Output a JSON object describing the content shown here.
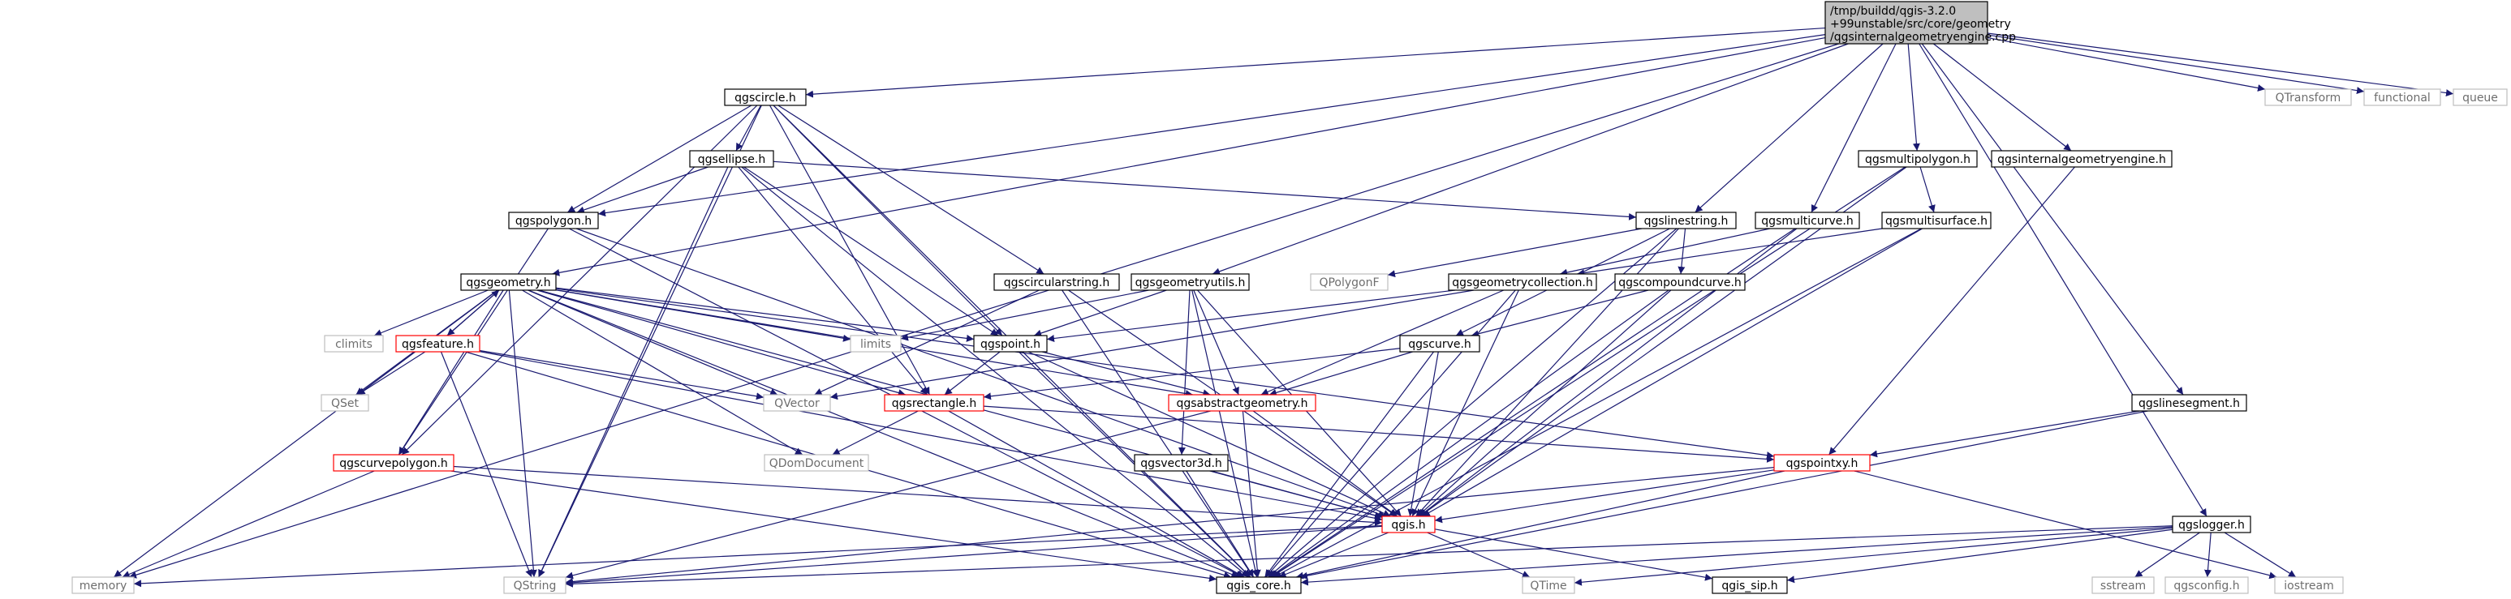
{
  "title_lines": [
    "/tmp/buildd/qgis-3.2.0",
    "+99unstable/src/core/geometry",
    "/qgsinternalgeometryengine.cpp"
  ],
  "nodes": [
    {
      "id": "root",
      "label": "/tmp/buildd/qgis-3.2.0 +99unstable/src/core/geometry /qgsinternalgeometryengine.cpp",
      "kind": "root"
    },
    {
      "id": "qgscircle",
      "label": "qgscircle.h",
      "kind": "normal"
    },
    {
      "id": "qgsellipse",
      "label": "qgsellipse.h",
      "kind": "normal"
    },
    {
      "id": "qgspolygon",
      "label": "qgspolygon.h",
      "kind": "normal"
    },
    {
      "id": "qgsgeometry",
      "label": "qgsgeometry.h",
      "kind": "normal"
    },
    {
      "id": "qgsfeature",
      "label": "qgsfeature.h",
      "kind": "red"
    },
    {
      "id": "qgscurvepolygon",
      "label": "qgscurvepolygon.h",
      "kind": "red"
    },
    {
      "id": "qgscircularstring",
      "label": "qgscircularstring.h",
      "kind": "normal"
    },
    {
      "id": "qgsgeometryutils",
      "label": "qgsgeometryutils.h",
      "kind": "normal"
    },
    {
      "id": "qgspoint",
      "label": "qgspoint.h",
      "kind": "normal"
    },
    {
      "id": "qgsrectangle",
      "label": "qgsrectangle.h",
      "kind": "red"
    },
    {
      "id": "qgsabstractgeometry",
      "label": "qgsabstractgeometry.h",
      "kind": "red"
    },
    {
      "id": "qgsvector3d",
      "label": "qgsvector3d.h",
      "kind": "normal"
    },
    {
      "id": "qgslinestring",
      "label": "qgslinestring.h",
      "kind": "normal"
    },
    {
      "id": "qgsgeometrycollection",
      "label": "qgsgeometrycollection.h",
      "kind": "normal"
    },
    {
      "id": "qgscompoundcurve",
      "label": "qgscompoundcurve.h",
      "kind": "normal"
    },
    {
      "id": "qgscurve",
      "label": "qgscurve.h",
      "kind": "normal"
    },
    {
      "id": "qgsmulticurve",
      "label": "qgsmulticurve.h",
      "kind": "normal"
    },
    {
      "id": "qgsmultipolygon",
      "label": "qgsmultipolygon.h",
      "kind": "normal"
    },
    {
      "id": "qgsmultisurface",
      "label": "qgsmultisurface.h",
      "kind": "normal"
    },
    {
      "id": "qgsinternalgeometryengine",
      "label": "qgsinternalgeometryengine.h",
      "kind": "normal"
    },
    {
      "id": "qgslinesegment",
      "label": "qgslinesegment.h",
      "kind": "normal"
    },
    {
      "id": "qgspointxy",
      "label": "qgspointxy.h",
      "kind": "red"
    },
    {
      "id": "qgis",
      "label": "qgis.h",
      "kind": "red"
    },
    {
      "id": "qgslogger",
      "label": "qgslogger.h",
      "kind": "normal"
    },
    {
      "id": "qgis_core",
      "label": "qgis_core.h",
      "kind": "normal"
    },
    {
      "id": "qgis_sip",
      "label": "qgis_sip.h",
      "kind": "normal"
    },
    {
      "id": "QTransform",
      "label": "QTransform",
      "kind": "ext"
    },
    {
      "id": "functional",
      "label": "functional",
      "kind": "ext"
    },
    {
      "id": "queue",
      "label": "queue",
      "kind": "ext"
    },
    {
      "id": "QPolygonF",
      "label": "QPolygonF",
      "kind": "ext"
    },
    {
      "id": "climits",
      "label": "climits",
      "kind": "ext"
    },
    {
      "id": "limits",
      "label": "limits",
      "kind": "ext"
    },
    {
      "id": "QSet",
      "label": "QSet",
      "kind": "ext"
    },
    {
      "id": "QVector",
      "label": "QVector",
      "kind": "ext"
    },
    {
      "id": "QDomDocument",
      "label": "QDomDocument",
      "kind": "ext"
    },
    {
      "id": "memory",
      "label": "memory",
      "kind": "ext"
    },
    {
      "id": "QString",
      "label": "QString",
      "kind": "ext"
    },
    {
      "id": "QTime",
      "label": "QTime",
      "kind": "ext"
    },
    {
      "id": "sstream",
      "label": "sstream",
      "kind": "ext"
    },
    {
      "id": "qgsconfig",
      "label": "qgsconfig.h",
      "kind": "ext"
    },
    {
      "id": "iostream",
      "label": "iostream",
      "kind": "ext"
    }
  ],
  "edges": [
    [
      "root",
      "qgscircle"
    ],
    [
      "root",
      "qgspolygon"
    ],
    [
      "root",
      "qgsgeometry"
    ],
    [
      "root",
      "qgsgeometryutils"
    ],
    [
      "root",
      "qgslinestring"
    ],
    [
      "root",
      "qgsmulticurve"
    ],
    [
      "root",
      "qgsmultipolygon"
    ],
    [
      "root",
      "qgsinternalgeometryengine"
    ],
    [
      "root",
      "qgslinesegment"
    ],
    [
      "root",
      "qgslogger"
    ],
    [
      "root",
      "QTransform"
    ],
    [
      "root",
      "functional"
    ],
    [
      "root",
      "queue"
    ],
    [
      "root",
      "memory"
    ],
    [
      "qgscircle",
      "qgsellipse"
    ],
    [
      "qgscircle",
      "qgspolygon"
    ],
    [
      "qgscircle",
      "qgscircularstring"
    ],
    [
      "qgscircle",
      "qgspoint"
    ],
    [
      "qgscircle",
      "qgsrectangle"
    ],
    [
      "qgscircle",
      "qgis_core"
    ],
    [
      "qgscircle",
      "QString"
    ],
    [
      "qgscircle",
      "qgscurvepolygon"
    ],
    [
      "qgsellipse",
      "qgspolygon"
    ],
    [
      "qgsellipse",
      "qgslinestring"
    ],
    [
      "qgsellipse",
      "qgspoint"
    ],
    [
      "qgsellipse",
      "qgsrectangle"
    ],
    [
      "qgsellipse",
      "qgis_core"
    ],
    [
      "qgsellipse",
      "QString"
    ],
    [
      "qgspolygon",
      "qgscurvepolygon"
    ],
    [
      "qgspolygon",
      "qgis"
    ],
    [
      "qgspolygon",
      "qgis_core"
    ],
    [
      "qgsgeometry",
      "qgsfeature"
    ],
    [
      "qgsgeometry",
      "climits"
    ],
    [
      "qgsgeometry",
      "limits"
    ],
    [
      "qgsgeometry",
      "QSet"
    ],
    [
      "qgsgeometry",
      "QVector"
    ],
    [
      "qgsgeometry",
      "QDomDocument"
    ],
    [
      "qgsgeometry",
      "memory"
    ],
    [
      "qgsgeometry",
      "QString"
    ],
    [
      "qgsgeometry",
      "qgspoint"
    ],
    [
      "qgsgeometry",
      "qgsabstractgeometry"
    ],
    [
      "qgsgeometry",
      "qgsrectangle"
    ],
    [
      "qgsgeometry",
      "qgspointxy"
    ],
    [
      "qgsgeometry",
      "qgis"
    ],
    [
      "qgsgeometry",
      "qgis_core"
    ],
    [
      "qgsgeometry",
      "qgscurvepolygon"
    ],
    [
      "qgsfeature",
      "qgsgeometry"
    ],
    [
      "qgsfeature",
      "QSet"
    ],
    [
      "qgsfeature",
      "QVector"
    ],
    [
      "qgsfeature",
      "QString"
    ],
    [
      "qgsfeature",
      "qgis"
    ],
    [
      "qgsfeature",
      "qgis_core"
    ],
    [
      "qgscurvepolygon",
      "memory"
    ],
    [
      "qgscurvepolygon",
      "qgis"
    ],
    [
      "qgscurvepolygon",
      "qgis_core"
    ],
    [
      "qgscircularstring",
      "QVector"
    ],
    [
      "qgscircularstring",
      "qgis"
    ],
    [
      "qgscircularstring",
      "qgis_core"
    ],
    [
      "qgsgeometryutils",
      "limits"
    ],
    [
      "qgsgeometryutils",
      "qgspoint"
    ],
    [
      "qgsgeometryutils",
      "qgsabstractgeometry"
    ],
    [
      "qgsgeometryutils",
      "qgsvector3d"
    ],
    [
      "qgsgeometryutils",
      "qgis"
    ],
    [
      "qgsgeometryutils",
      "qgis_core"
    ],
    [
      "qgspoint",
      "qgsabstractgeometry"
    ],
    [
      "qgspoint",
      "qgsrectangle"
    ],
    [
      "qgspoint",
      "qgis"
    ],
    [
      "qgspoint",
      "qgis_core"
    ],
    [
      "qgsrectangle",
      "QDomDocument"
    ],
    [
      "qgsrectangle",
      "qgspointxy"
    ],
    [
      "qgsrectangle",
      "qgis_core"
    ],
    [
      "qgsabstractgeometry",
      "qgis"
    ],
    [
      "qgsabstractgeometry",
      "qgis_core"
    ],
    [
      "qgsabstractgeometry",
      "QString"
    ],
    [
      "qgsvector3d",
      "qgis"
    ],
    [
      "qgsvector3d",
      "qgis_core"
    ],
    [
      "qgslinestring",
      "QPolygonF"
    ],
    [
      "qgslinestring",
      "qgscompoundcurve"
    ],
    [
      "qgslinestring",
      "qgscurve"
    ],
    [
      "qgslinestring",
      "qgis"
    ],
    [
      "qgslinestring",
      "qgis_core"
    ],
    [
      "qgsgeometrycollection",
      "qgspoint"
    ],
    [
      "qgsgeometrycollection",
      "QVector"
    ],
    [
      "qgsgeometrycollection",
      "qgsabstractgeometry"
    ],
    [
      "qgsgeometrycollection",
      "qgis"
    ],
    [
      "qgsgeometrycollection",
      "qgis_core"
    ],
    [
      "qgscompoundcurve",
      "qgscurve"
    ],
    [
      "qgscompoundcurve",
      "qgis"
    ],
    [
      "qgscompoundcurve",
      "qgis_core"
    ],
    [
      "qgscurve",
      "qgsabstractgeometry"
    ],
    [
      "qgscurve",
      "qgsrectangle"
    ],
    [
      "qgscurve",
      "qgis"
    ],
    [
      "qgscurve",
      "qgis_core"
    ],
    [
      "qgsmulticurve",
      "qgsgeometrycollection"
    ],
    [
      "qgsmulticurve",
      "qgis"
    ],
    [
      "qgsmulticurve",
      "qgis_core"
    ],
    [
      "qgsmultipolygon",
      "qgsmultisurface"
    ],
    [
      "qgsmultipolygon",
      "qgis"
    ],
    [
      "qgsmultipolygon",
      "qgis_core"
    ],
    [
      "qgsmultisurface",
      "qgsgeometrycollection"
    ],
    [
      "qgsmultisurface",
      "qgis"
    ],
    [
      "qgsmultisurface",
      "qgis_core"
    ],
    [
      "qgsinternalgeometryengine",
      "qgspointxy"
    ],
    [
      "qgslinesegment",
      "qgspointxy"
    ],
    [
      "qgslinesegment",
      "qgis_core"
    ],
    [
      "qgspointxy",
      "qgis"
    ],
    [
      "qgspointxy",
      "qgis_core"
    ],
    [
      "qgspointxy",
      "QString"
    ],
    [
      "qgspointxy",
      "iostream"
    ],
    [
      "qgis",
      "qgis_core"
    ],
    [
      "qgis",
      "qgis_sip"
    ],
    [
      "qgis",
      "QString"
    ],
    [
      "qgis",
      "QTime"
    ],
    [
      "qgis",
      "memory"
    ],
    [
      "qgslogger",
      "qgis_core"
    ],
    [
      "qgslogger",
      "qgis_sip"
    ],
    [
      "qgslogger",
      "QString"
    ],
    [
      "qgslogger",
      "QTime"
    ],
    [
      "qgslogger",
      "sstream"
    ],
    [
      "qgslogger",
      "qgsconfig"
    ],
    [
      "qgslogger",
      "iostream"
    ]
  ]
}
